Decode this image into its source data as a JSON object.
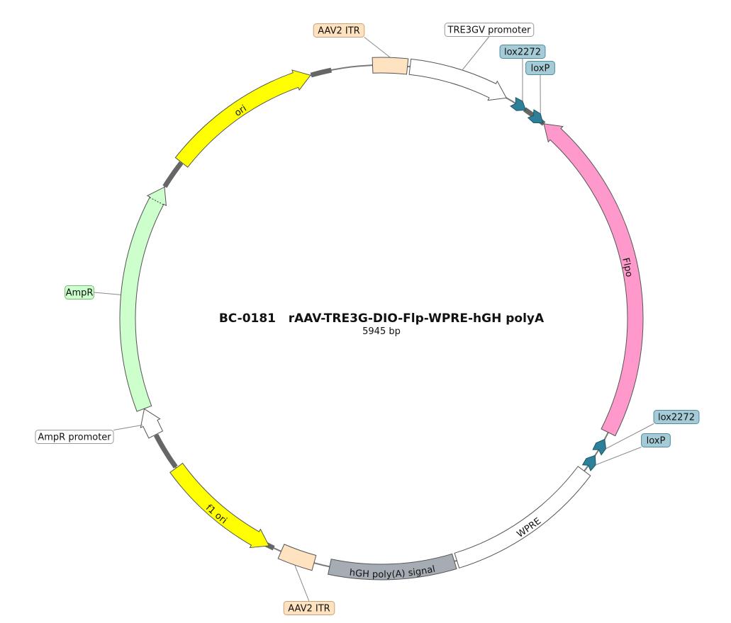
{
  "plasmid": {
    "name": "BC-0181   rAAV-TRE3G-DIO-Flp-WPRE-hGH polyA",
    "size_label": "5945 bp",
    "length": 5945
  },
  "features": [
    {
      "id": "itr-top",
      "label": "AAV2 ITR",
      "type": "box",
      "start": 0,
      "end": 130,
      "strand": 0,
      "color": "#ffe2c0",
      "callout": true
    },
    {
      "id": "tre3gv",
      "label": "TRE3GV promoter",
      "type": "arrow",
      "start": 140,
      "end": 520,
      "strand": 1,
      "color": "#ffffff",
      "callout": true
    },
    {
      "id": "lox2272-a",
      "label": "lox2272",
      "type": "site",
      "start": 560,
      "end": 594,
      "strand": 1,
      "color": "#2e7f99",
      "callout": true
    },
    {
      "id": "loxp-a",
      "label": "loxP",
      "type": "site",
      "start": 640,
      "end": 674,
      "strand": 1,
      "color": "#2e7f99",
      "callout": true
    },
    {
      "id": "flpo",
      "label": "Flpo",
      "type": "arrow",
      "start": 690,
      "end": 1960,
      "strand": -1,
      "color": "#ff99cc",
      "callout": false
    },
    {
      "id": "lox2272-b",
      "label": "lox2272",
      "type": "site",
      "start": 2000,
      "end": 2034,
      "strand": -1,
      "color": "#2e7f99",
      "callout": true
    },
    {
      "id": "loxp-b",
      "label": "loxP",
      "type": "site",
      "start": 2070,
      "end": 2104,
      "strand": -1,
      "color": "#2e7f99",
      "callout": true
    },
    {
      "id": "wpre",
      "label": "WPRE",
      "type": "box",
      "start": 2130,
      "end": 2720,
      "strand": 0,
      "color": "#ffffff",
      "callout": false
    },
    {
      "id": "hgh",
      "label": "hGH poly(A) signal",
      "type": "box",
      "start": 2730,
      "end": 3200,
      "strand": 0,
      "color": "#a6acb3",
      "callout": false
    },
    {
      "id": "itr-bottom",
      "label": "AAV2 ITR",
      "type": "box",
      "start": 3260,
      "end": 3390,
      "strand": 0,
      "color": "#ffe2c0",
      "callout": true
    },
    {
      "id": "f1ori",
      "label": "f1 ori",
      "type": "arrow",
      "start": 3440,
      "end": 3896,
      "strand": -1,
      "color": "#ffff00",
      "callout": false
    },
    {
      "id": "ampr-promoter",
      "label": "AmpR promoter",
      "type": "arrow",
      "start": 4042,
      "end": 4147,
      "strand": 1,
      "color": "#ffffff",
      "callout": true
    },
    {
      "id": "ampr",
      "label": "AmpR",
      "type": "arrow",
      "start": 4148,
      "end": 5008,
      "strand": 1,
      "color": "#ccffcc",
      "callout": true
    },
    {
      "id": "ori",
      "label": "ori",
      "type": "arrow",
      "start": 5120,
      "end": 5710,
      "strand": 1,
      "color": "#ffff00",
      "callout": false
    }
  ]
}
